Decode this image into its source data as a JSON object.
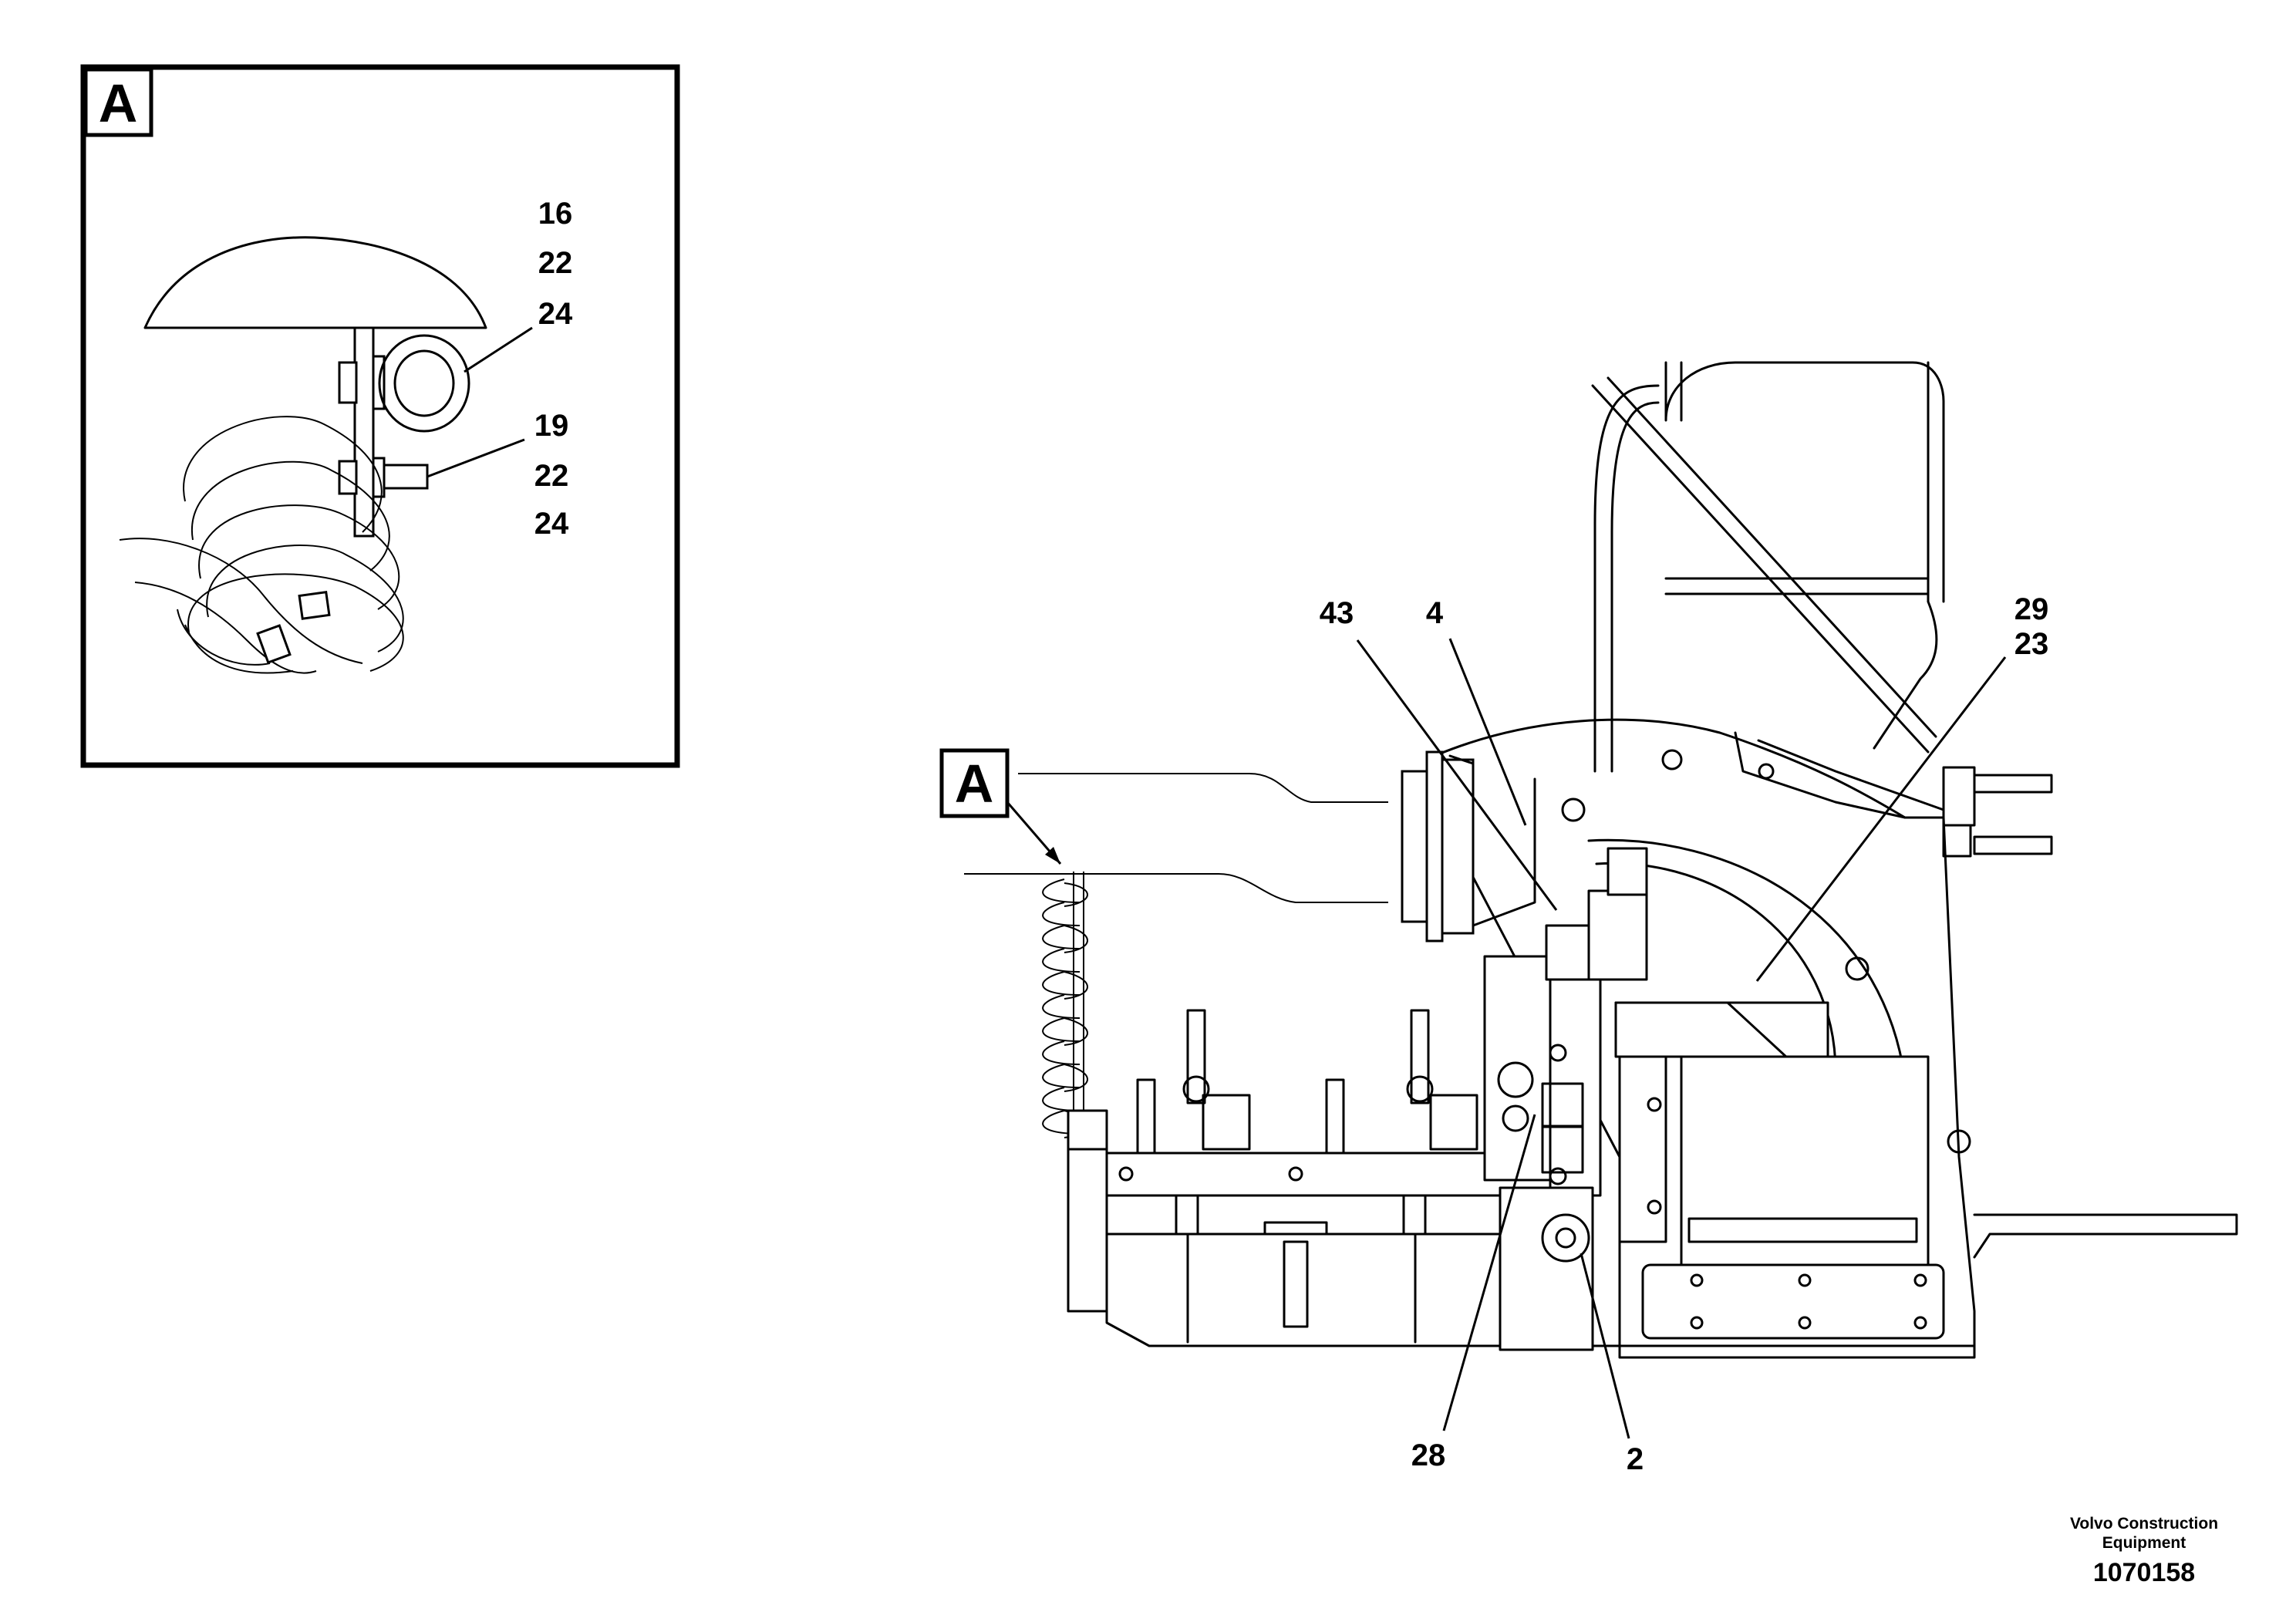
{
  "detail_view": {
    "label": "A",
    "callouts": [
      "16",
      "22",
      "24",
      "19",
      "22",
      "24"
    ]
  },
  "main_view": {
    "view_marker": "A",
    "callouts": [
      "43",
      "4",
      "29",
      "23",
      "28",
      "2"
    ]
  },
  "footer": {
    "company_line1": "Volvo Construction",
    "company_line2": "Equipment",
    "drawing_number": "1070158"
  }
}
